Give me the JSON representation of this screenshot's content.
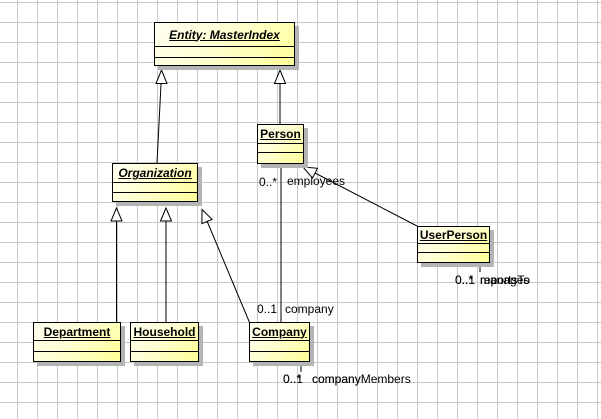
{
  "diagram": {
    "type": "uml-class-diagram",
    "classes": {
      "masterindex": {
        "name": "Entity: MasterIndex",
        "abstract": true
      },
      "person": {
        "name": "Person",
        "abstract": false
      },
      "organization": {
        "name": "Organization",
        "abstract": true
      },
      "userperson": {
        "name": "UserPerson",
        "abstract": false
      },
      "department": {
        "name": "Department",
        "abstract": false
      },
      "household": {
        "name": "Household",
        "abstract": false
      },
      "company": {
        "name": "Company",
        "abstract": false
      }
    },
    "labels": {
      "employees": {
        "mult": "0..*",
        "role": "employees"
      },
      "company": {
        "mult": "0..1",
        "role": "company"
      },
      "companyMembers": {
        "mult_front": "0..1",
        "mult_back": "0..*",
        "role_front": "company",
        "role_back": "companyMembers"
      },
      "manages": {
        "mult_front": "0..1",
        "mult_back": "0..*",
        "role_front": "manages",
        "role_back": "reportsTo"
      }
    },
    "colors": {
      "class_fill_light": "#fffff2",
      "class_fill_dark": "#ffff96",
      "class_border": "#000000",
      "class_shadow": "#b4b4b4",
      "grid_line": "#c9c9c9",
      "background": "#ffffff",
      "text": "#000000"
    }
  }
}
